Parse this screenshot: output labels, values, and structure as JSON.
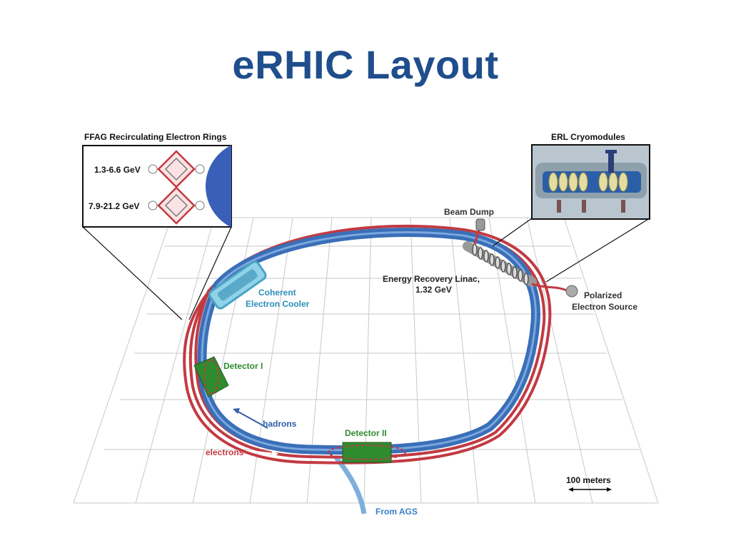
{
  "title": "eRHIC Layout",
  "inset_rings": {
    "heading": "FFAG Recirculating Electron Rings",
    "ring1_label": "1.3-6.6 GeV",
    "ring2_label": "7.9-21.2 GeV"
  },
  "inset_cryo": {
    "heading": "ERL Cryomodules"
  },
  "labels": {
    "beam_dump": "Beam Dump",
    "erl_line1": "Energy Recovery Linac,",
    "erl_line2": "1.32 GeV",
    "source_line1": "Polarized",
    "source_line2": "Electron Source",
    "cooler_line1": "Coherent",
    "cooler_line2": "Electron Cooler",
    "detector1": "Detector I",
    "detector2": "Detector II",
    "hadrons": "hadrons",
    "electrons": "electrons",
    "from_ags": "From AGS",
    "scale": "100 meters"
  },
  "colors": {
    "title": "#1f4e8c",
    "hadron_ring": "#3a6fb8",
    "electron_ring": "#c23a42",
    "detector": "#2e8b2e",
    "cooler": "#8fd3e8"
  }
}
